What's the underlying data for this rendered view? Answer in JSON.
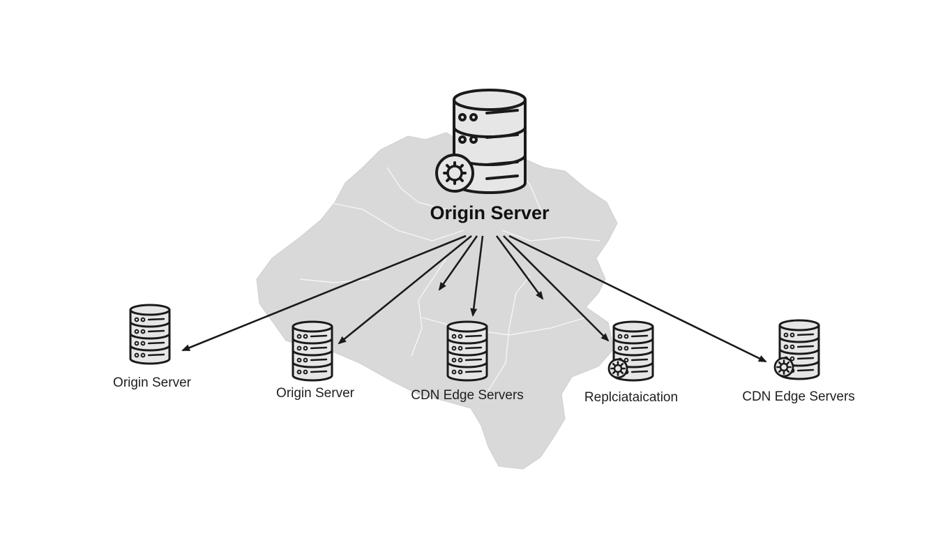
{
  "diagram": {
    "origin": {
      "label": "Origin Server",
      "icon": "database-server-icon",
      "badge_icon": "gear-icon"
    },
    "nodes": [
      {
        "id": "node-1",
        "label": "Origin Server",
        "icon": "database-server-icon",
        "has_gear": false
      },
      {
        "id": "node-2",
        "label": "Origin Server",
        "icon": "database-server-icon",
        "has_gear": false
      },
      {
        "id": "node-3",
        "label": "CDN Edge Servers",
        "icon": "database-server-icon",
        "has_gear": false
      },
      {
        "id": "node-4",
        "label": "Replciataication",
        "icon": "database-server-icon",
        "has_gear": true
      },
      {
        "id": "node-5",
        "label": "CDN Edge Servers",
        "icon": "database-server-icon",
        "has_gear": true
      }
    ],
    "edges": [
      {
        "from": "origin",
        "to": "node-1"
      },
      {
        "from": "origin",
        "to": "node-2"
      },
      {
        "from": "origin",
        "to": "node-2"
      },
      {
        "from": "origin",
        "to": "node-3"
      },
      {
        "from": "origin",
        "to": "node-3"
      },
      {
        "from": "origin",
        "to": "node-4"
      },
      {
        "from": "origin",
        "to": "node-5"
      }
    ],
    "background": "grey-region-map",
    "colors": {
      "map_fill": "#d9d9d9",
      "map_border": "#f5f5f5",
      "line": "#1a1a1a",
      "icon_fill": "#e6e6e6"
    }
  }
}
